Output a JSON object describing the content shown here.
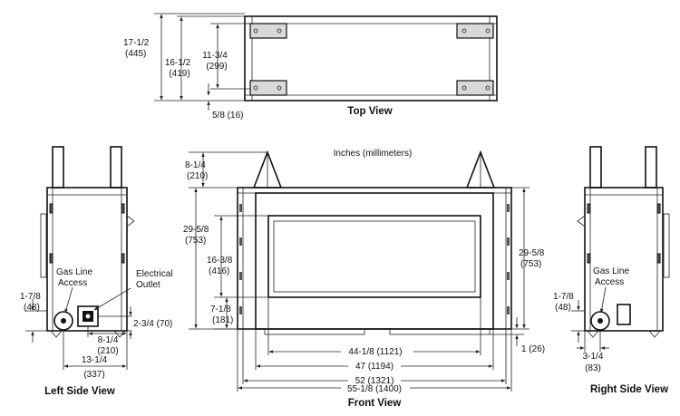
{
  "units_note": "Inches (millimeters)",
  "views": {
    "top": {
      "caption": "Top View",
      "dims": {
        "depth_total": {
          "in": "17-1/2",
          "mm": "(445)"
        },
        "depth_body": {
          "in": "16-1/2",
          "mm": "(419)"
        },
        "bracket_span": {
          "in": "11-3/4",
          "mm": "(299)"
        },
        "offset": {
          "text": "5/8 (16)"
        }
      }
    },
    "left": {
      "caption": "Left Side View",
      "labels": {
        "gas_1": "Gas Line",
        "gas_2": "Access",
        "elec_1": "Electrical",
        "elec_2": "Outlet"
      },
      "dims": {
        "gas_height": {
          "in": "1-7/8",
          "mm": "(48)"
        },
        "elec_height": {
          "text": "2-3/4 (70)"
        },
        "elec_offset": {
          "in": "8-1/4",
          "mm": "(210)"
        },
        "depth": {
          "in": "13-1/4",
          "mm": "(337)"
        }
      }
    },
    "front": {
      "caption": "Front View",
      "dims": {
        "vent_height": {
          "in": "8-1/4",
          "mm": "(210)"
        },
        "overall_height": {
          "in": "29-5/8",
          "mm": "(753)"
        },
        "opening_height": {
          "in": "16-3/8",
          "mm": "(416)"
        },
        "bottom_offset": {
          "in": "7-1/8",
          "mm": "(181)"
        },
        "right_height": {
          "in": "29-5/8",
          "mm": "(753)"
        },
        "leg_height": {
          "text": "1 (26)"
        },
        "w1": {
          "text": "44-1/8 (1121)"
        },
        "w2": {
          "text": "47 (1194)"
        },
        "w3": {
          "text": "52 (1321)"
        },
        "w4": {
          "text": "55-1/8 (1400)"
        }
      }
    },
    "right": {
      "caption": "Right Side View",
      "labels": {
        "gas_1": "Gas Line",
        "gas_2": "Access"
      },
      "dims": {
        "gas_height": {
          "in": "1-7/8",
          "mm": "(48)"
        },
        "gas_offset": {
          "in": "3-1/4",
          "mm": "(83)"
        }
      }
    }
  }
}
